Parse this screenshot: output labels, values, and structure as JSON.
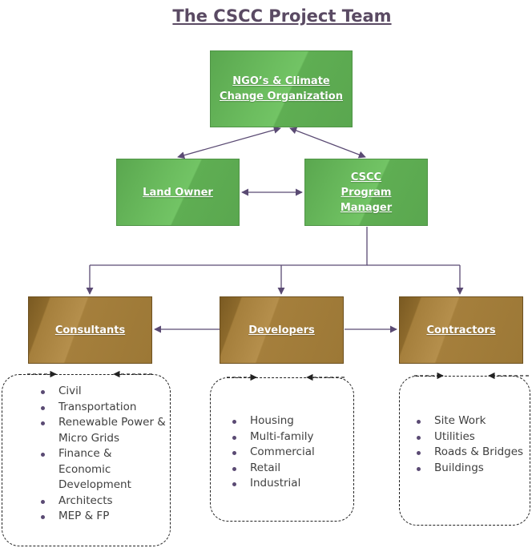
{
  "title": "The CSCC Project Team",
  "nodes": {
    "ngo": "NGO’s & Climate Change Organization",
    "land_owner": "Land Owner",
    "program_manager": "CSCC Program Manager",
    "consultants": "Consultants",
    "developers": "Developers",
    "contractors": "Contractors"
  },
  "consultants_list": [
    "Civil",
    "Transportation",
    "Renewable Power & Micro Grids",
    "Finance & Economic Development",
    "Architects",
    "MEP & FP"
  ],
  "developers_list": [
    "Housing",
    "Multi-family",
    "Commercial",
    "Retail",
    "Industrial"
  ],
  "contractors_list": [
    "Site Work",
    "Utilities",
    "Roads & Bridges",
    "Buildings"
  ],
  "colors": {
    "green": "#5aa74f",
    "brown": "#9c7836",
    "connector": "#5a4a73",
    "title": "#5a4a63"
  }
}
